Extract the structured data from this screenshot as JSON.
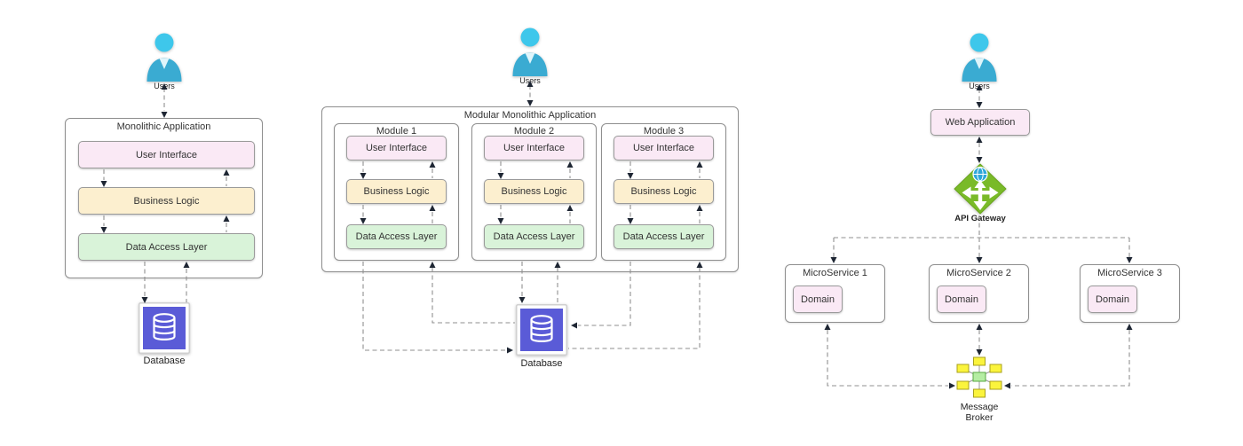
{
  "diagrams": {
    "left": {
      "users_label": "Users",
      "title": "Monolithic Application",
      "layers": [
        {
          "label": "User Interface"
        },
        {
          "label": "Business Logic"
        },
        {
          "label": "Data Access Layer"
        }
      ],
      "database_label": "Database"
    },
    "middle": {
      "users_label": "Users",
      "title": "Modular Monolithic Application",
      "modules": [
        {
          "title": "Module 1"
        },
        {
          "title": "Module 2"
        },
        {
          "title": "Module 3"
        }
      ],
      "layer_labels": [
        "User Interface",
        "Business Logic",
        "Data Access Layer"
      ],
      "database_label": "Database"
    },
    "right": {
      "users_label": "Users",
      "web_app_label": "Web Application",
      "api_gateway_label": "API Gateway",
      "microservices": [
        {
          "title": "MicroService 1",
          "domain_label": "Domain"
        },
        {
          "title": "MicroService 2",
          "domain_label": "Domain"
        },
        {
          "title": "MicroService 3",
          "domain_label": "Domain"
        }
      ],
      "message_broker_line1": "Message",
      "message_broker_line2": "Broker"
    }
  },
  "icons": [
    "user-icon",
    "database-icon",
    "api-gateway-icon",
    "message-broker-icon"
  ],
  "colors": {
    "layer_pink": "#fae9f5",
    "layer_cream": "#fcefcf",
    "layer_green": "#d9f3d9",
    "database_purple": "#5a5bd7",
    "user_icon_cyan": "#3ec7eb",
    "api_gateway_green": "#79ba28",
    "broker_yellow": "#fbf43c",
    "broker_center_green": "#b5eda3",
    "connector_gray": "#8f8f8f",
    "arrowhead_dark": "#1e2633"
  }
}
